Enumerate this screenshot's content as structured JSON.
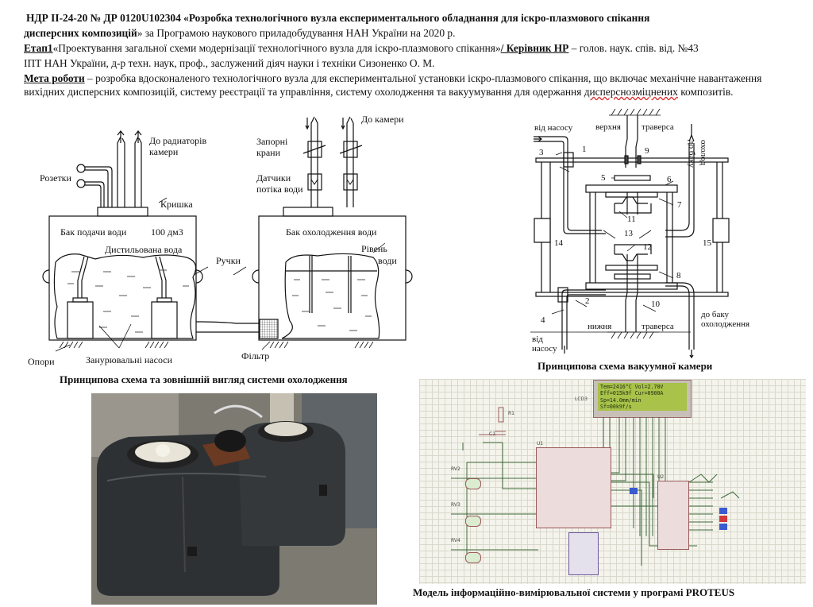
{
  "header": {
    "line1_bold": "НДР ІІ-24-20 № ДР 0120U102304 «Розробка технологічного вузла експериментального обладнання для іскро-плазмового спікання",
    "line2_bold": "дисперсних композицій",
    "line2_rest": "» за Програмою наукового приладобудування НАН України на 2020 р.",
    "stage_label": "Етап1",
    "stage_text": "«Проектування загальної схеми модернізації технологічного вузла для іскро-плазмового спікання»",
    "leader_label": "/ Керівник НР",
    "leader_text": " – голов. наук. спів. від. №43",
    "line4": "ІПТ НАН України, д-р техн. наук, проф., заслужений діяч науки і техніки Сизоненко О. М.",
    "goal_label": "Мета роботи",
    "goal_text": " – розробка вдосконаленого технологічного вузла для експериментальної установки іскро-плазмового спікання, що включає механічне навантаження",
    "line6_a": "вихідних дисперсних композицій, систему реєстрації та управління, систему охолодження та вакуумування для одержання ",
    "line6_b": "дисперснозміцнених",
    "line6_c": " композитів."
  },
  "cooling": {
    "to_radiators_1": "До радиаторів",
    "to_radiators_2": "камери",
    "sockets": "Розетки",
    "lid": "Кришка",
    "supply_tank": "Бак подачи води",
    "volume": "100 дм3",
    "distilled": "Дистильована вода",
    "handles": "Ручки",
    "pumps": "Занурювальні насоси",
    "supports": "Опори",
    "valves_1": "Запорні",
    "valves_2": "крани",
    "sensors_1": "Датчики",
    "sensors_2": "потіка води",
    "to_chamber": "До камери",
    "cooling_tank": "Бак охолодження води",
    "level_1": "Рівень",
    "level_2": "води",
    "filter": "Фільтр",
    "caption": "Принципова схема та зовнішній вигляд системи охолодження"
  },
  "vacuum": {
    "from_pump_top": "від насосу",
    "upper": "верхня",
    "traverse_top": "траверса",
    "to_tank_top_1": "до баку",
    "to_tank_top_2": "охолод",
    "lower": "нижня",
    "traverse_bottom": "траверса",
    "from_pump_bottom_1": "від",
    "from_pump_bottom_2": "насосу",
    "to_tank_bottom_1": "до баку",
    "to_tank_bottom_2": "охолодження",
    "numbers": [
      "1",
      "2",
      "3",
      "4",
      "5",
      "6",
      "7",
      "8",
      "9",
      "10",
      "11",
      "12",
      "13",
      "14",
      "15"
    ],
    "caption": "Принципова схема вакуумної камери"
  },
  "proteus": {
    "lcd_name": "LCD3",
    "lcd_lines": [
      "Tem=2416°C Vol=2.70V",
      "Eff=015k9f Cur=0900A",
      "Sp=14.0mm/min",
      "Sf=00k9f/s"
    ],
    "u1": "U1",
    "u2": "U2",
    "r1": "R1",
    "c1": "C1",
    "rv2": "RV2",
    "rv3": "RV3",
    "rv4": "RV4",
    "caption": "Модель інформаційно-вимірювальної системи у програмі PROTEUS"
  }
}
